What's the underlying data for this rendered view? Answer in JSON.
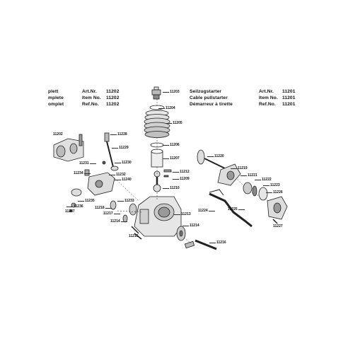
{
  "header_left": {
    "titles": [
      "plett",
      "mplete",
      "omplet"
    ],
    "ref_labels": [
      "Art.Nr.",
      "Item No.",
      "Ref.No."
    ],
    "ref_numbers": [
      "11202",
      "11202",
      "11202"
    ]
  },
  "header_right": {
    "titles": [
      "Seilzugstarter",
      "Cable pullstarter",
      "Démarreur à tirette"
    ],
    "ref_labels": [
      "Art.Nr.",
      "Item No.",
      "Ref.No."
    ],
    "ref_numbers": [
      "11201",
      "11201",
      "11201"
    ]
  },
  "parts": [
    "11203",
    "11204",
    "11205",
    "11206",
    "11207",
    "11212",
    "11209",
    "11210",
    "11213",
    "11214",
    "11216",
    "11202",
    "11228",
    "11229",
    "11230",
    "11231",
    "11234",
    "11232",
    "11240",
    "11235",
    "11236",
    "11237",
    "11233",
    "11218",
    "11217",
    "11214",
    "11215",
    "11220",
    "11219",
    "11221",
    "11222",
    "11223",
    "11226",
    "11224",
    "11225",
    "11227"
  ]
}
